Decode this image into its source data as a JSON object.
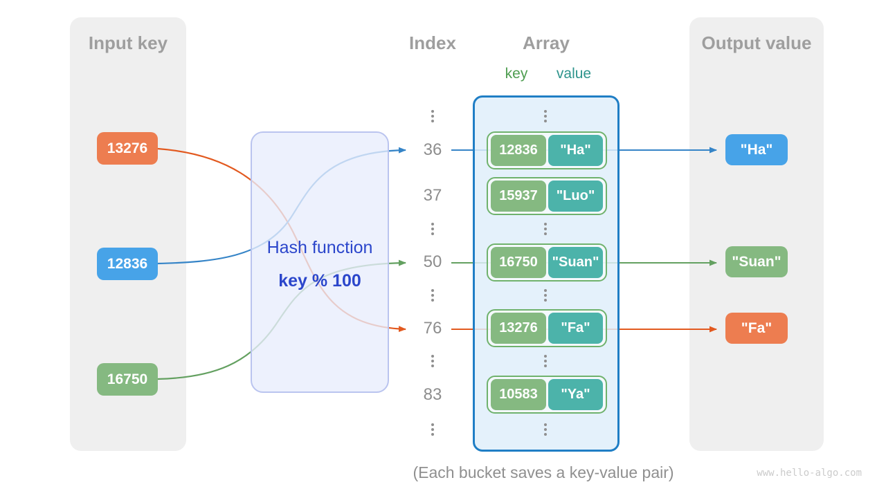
{
  "panels": {
    "input": {
      "title": "Input key",
      "items": [
        {
          "label": "13276",
          "color": "#ED7D50"
        },
        {
          "label": "12836",
          "color": "#47A3E8"
        },
        {
          "label": "16750",
          "color": "#85B981"
        }
      ]
    },
    "output": {
      "title": "Output value",
      "items": [
        {
          "label": "\"Ha\"",
          "color": "#47A3E8"
        },
        {
          "label": "\"Suan\"",
          "color": "#85B981"
        },
        {
          "label": "\"Fa\"",
          "color": "#ED7D50"
        }
      ]
    }
  },
  "hash_function": {
    "title": "Hash function",
    "formula": "key % 100"
  },
  "array_section": {
    "index_title": "Index",
    "array_title": "Array",
    "key_label": "key",
    "value_label": "value",
    "buckets": [
      {
        "index": "36",
        "key": "12836",
        "value": "\"Ha\""
      },
      {
        "index": "37",
        "key": "15937",
        "value": "\"Luo\""
      },
      {
        "index": "50",
        "key": "16750",
        "value": "\"Suan\""
      },
      {
        "index": "76",
        "key": "13276",
        "value": "\"Fa\""
      },
      {
        "index": "83",
        "key": "10583",
        "value": "\"Ya\""
      }
    ]
  },
  "caption": "(Each bucket saves a key-value pair)",
  "watermark": "www.hello-algo.com",
  "colors": {
    "orange": "#ED7D50",
    "blue": "#47A3E8",
    "green": "#85B981",
    "teal": "#4CB3AA",
    "line_orange": "#E2591F",
    "line_blue": "#3584C7",
    "line_green": "#63A060",
    "array_border": "#1F7EC5",
    "bucket_border": "#6FB26C",
    "hash_text": "#2B46CB",
    "panel_bg": "#EFEFEF",
    "heading_gray": "#9E9E9E",
    "key_label_green": "#4E9D50",
    "value_label_teal": "#2E948C"
  }
}
